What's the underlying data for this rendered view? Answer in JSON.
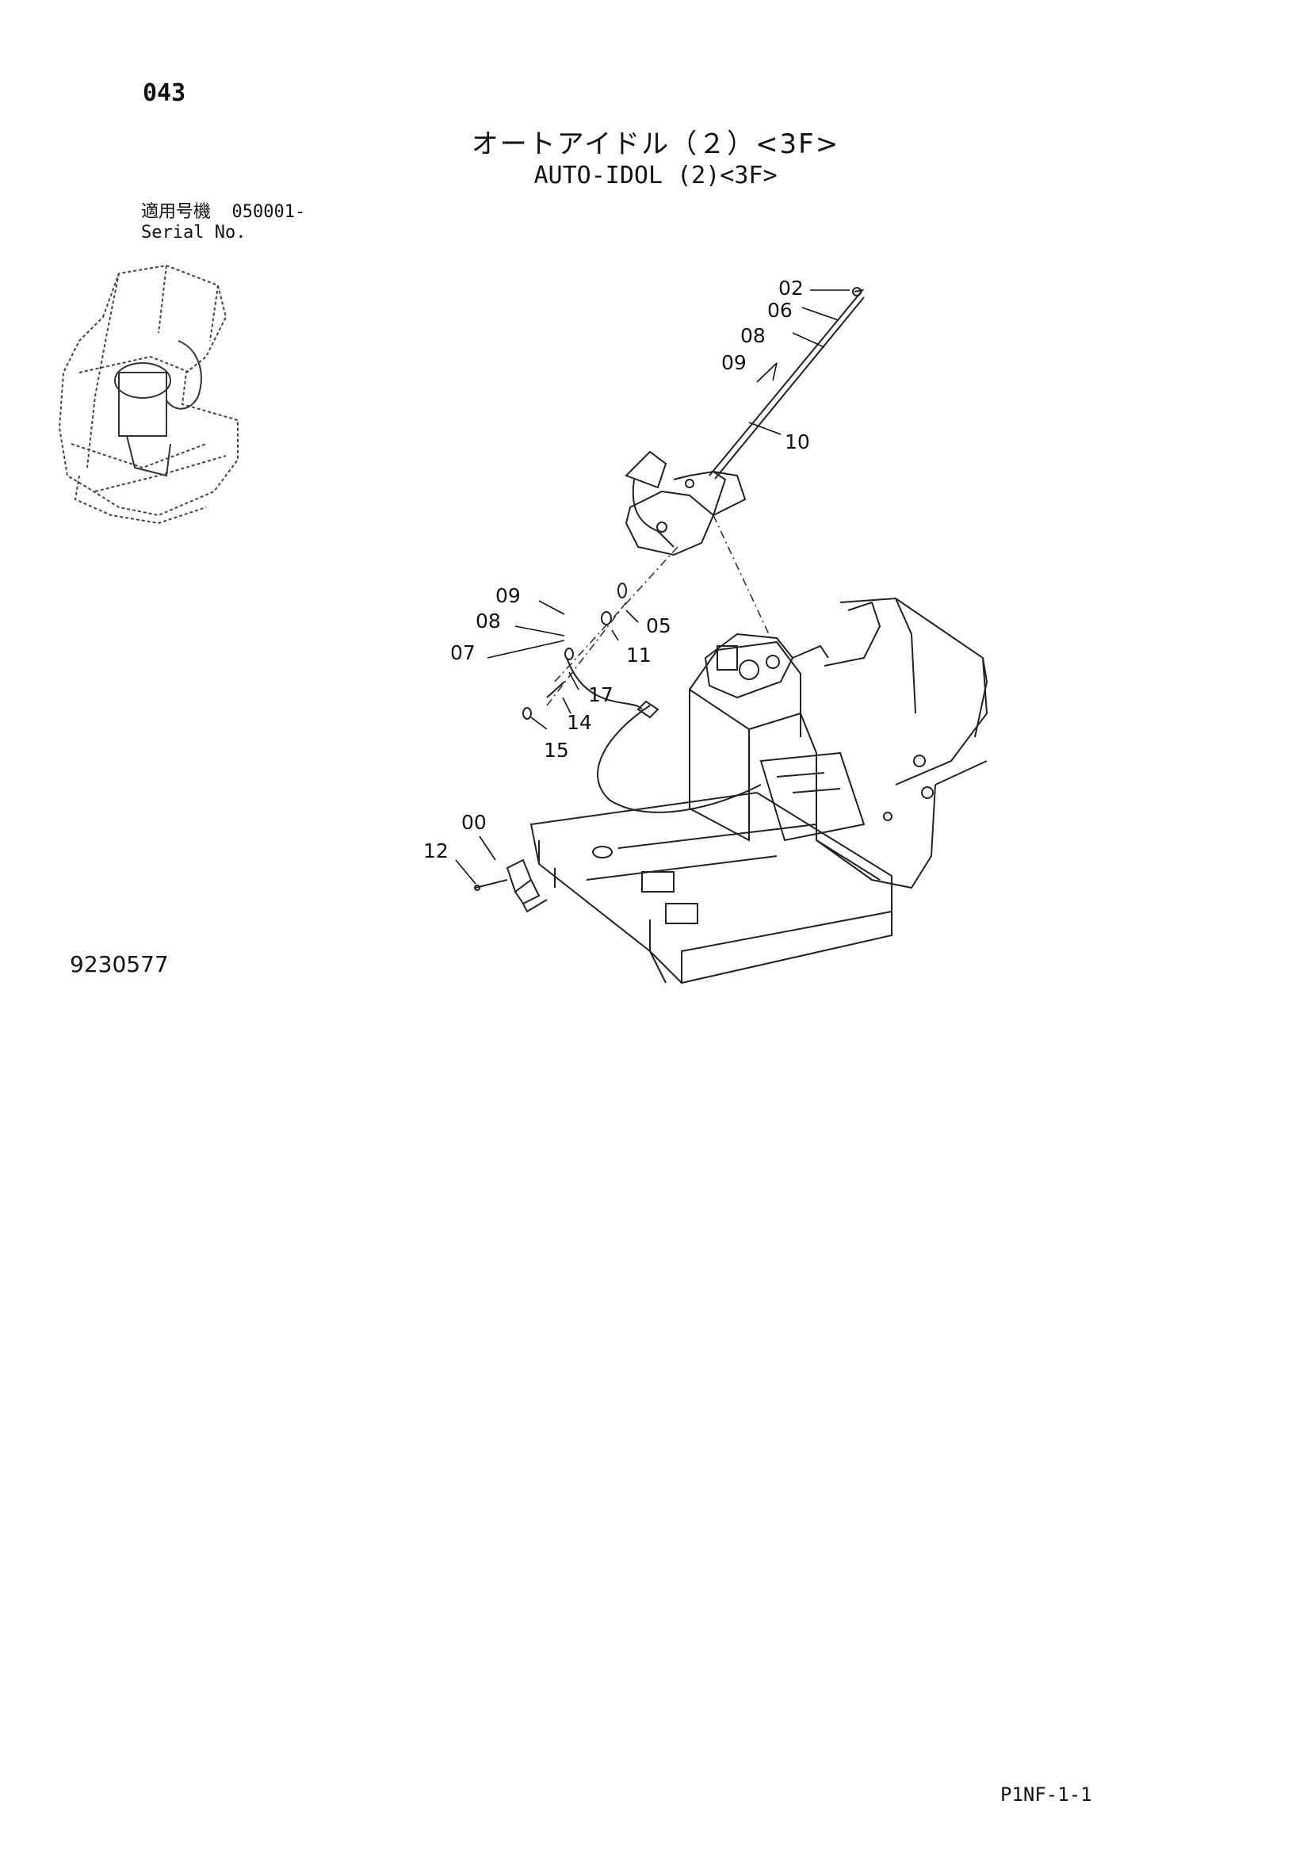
{
  "header": {
    "page_number": "043",
    "title_jp": "オートアイドル（２）<3F>",
    "title_en": "AUTO-IDOL (2)<3F>",
    "serial_label_jp": "適用号機",
    "serial_value": "050001-",
    "serial_label_en": "Serial No."
  },
  "callouts": [
    {
      "id": "02",
      "label": "02"
    },
    {
      "id": "06",
      "label": "06"
    },
    {
      "id": "08a",
      "label": "08"
    },
    {
      "id": "09a",
      "label": "09"
    },
    {
      "id": "10",
      "label": "10"
    },
    {
      "id": "09b",
      "label": "09"
    },
    {
      "id": "05",
      "label": "05"
    },
    {
      "id": "08b",
      "label": "08"
    },
    {
      "id": "11",
      "label": "11"
    },
    {
      "id": "07",
      "label": "07"
    },
    {
      "id": "17",
      "label": "17"
    },
    {
      "id": "14",
      "label": "14"
    },
    {
      "id": "15",
      "label": "15"
    },
    {
      "id": "00",
      "label": "00"
    },
    {
      "id": "12",
      "label": "12"
    }
  ],
  "footer": {
    "document_number": "9230577",
    "figure_code": "P1NF-1-1"
  }
}
